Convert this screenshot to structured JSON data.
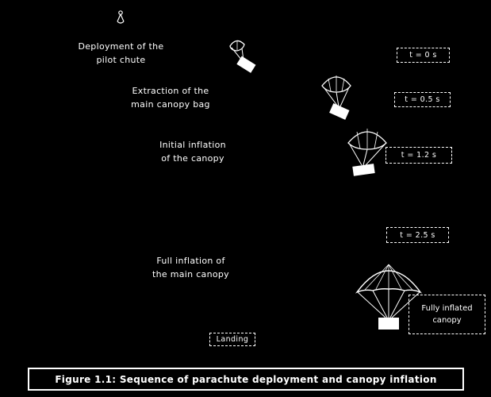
{
  "page": {
    "bg_color": "#000000",
    "fg_color": "#ffffff"
  },
  "labels": [
    {
      "line1": "Deployment of the",
      "line2": "pilot chute"
    },
    {
      "line1": "Extraction of the",
      "line2": "main canopy bag"
    },
    {
      "line1": "Initial inflation",
      "line2": "of the canopy"
    },
    {
      "line1": "Full inflation of",
      "line2": "the main canopy"
    }
  ],
  "time_boxes": [
    "t = 0 s",
    "t = 0.5 s",
    "t = 1.2 s",
    "t = 2.5 s"
  ],
  "result_box": {
    "line1": "Fully inflated",
    "line2": "canopy"
  },
  "end_box": "Landing",
  "caption": "Figure 1.1: Sequence of parachute deployment and canopy inflation",
  "icons": {
    "start": "drop-point-icon",
    "chute1": "pilot-chute-icon",
    "chute2": "bag-extraction-chute-icon",
    "chute3": "inflating-canopy-icon",
    "chute4": "full-canopy-icon"
  }
}
